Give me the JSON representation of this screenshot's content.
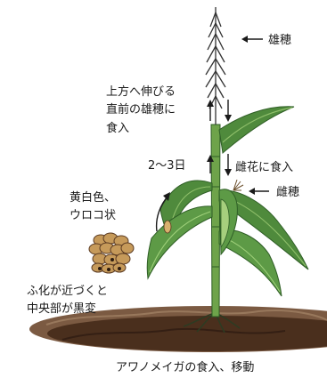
{
  "labels": {
    "tassel": "雄穂",
    "upward_line1": "上方へ伸びる",
    "upward_line2": "直前の雄穂に",
    "upward_line3": "食入",
    "days": "2〜3日",
    "female_feed": "雌花に食入",
    "female_ear": "雌穂",
    "eggs_line1": "黄白色、",
    "eggs_line2": "ウロコ状",
    "hatch_line1": "ふ化が近づくと",
    "hatch_line2": "中央部が黒変",
    "caption": "アワノメイガの食入、移動"
  },
  "colors": {
    "leaf": "#4f8a3c",
    "leaf_light": "#8fbf6a",
    "leaf_dark": "#2f5e26",
    "tassel": "#333333",
    "soil": "#4a2f1d",
    "soil_light": "#8a6a4f",
    "egg": "#c69a5a",
    "egg_dark": "#5a3a22",
    "arrow": "#1a1a1a"
  }
}
